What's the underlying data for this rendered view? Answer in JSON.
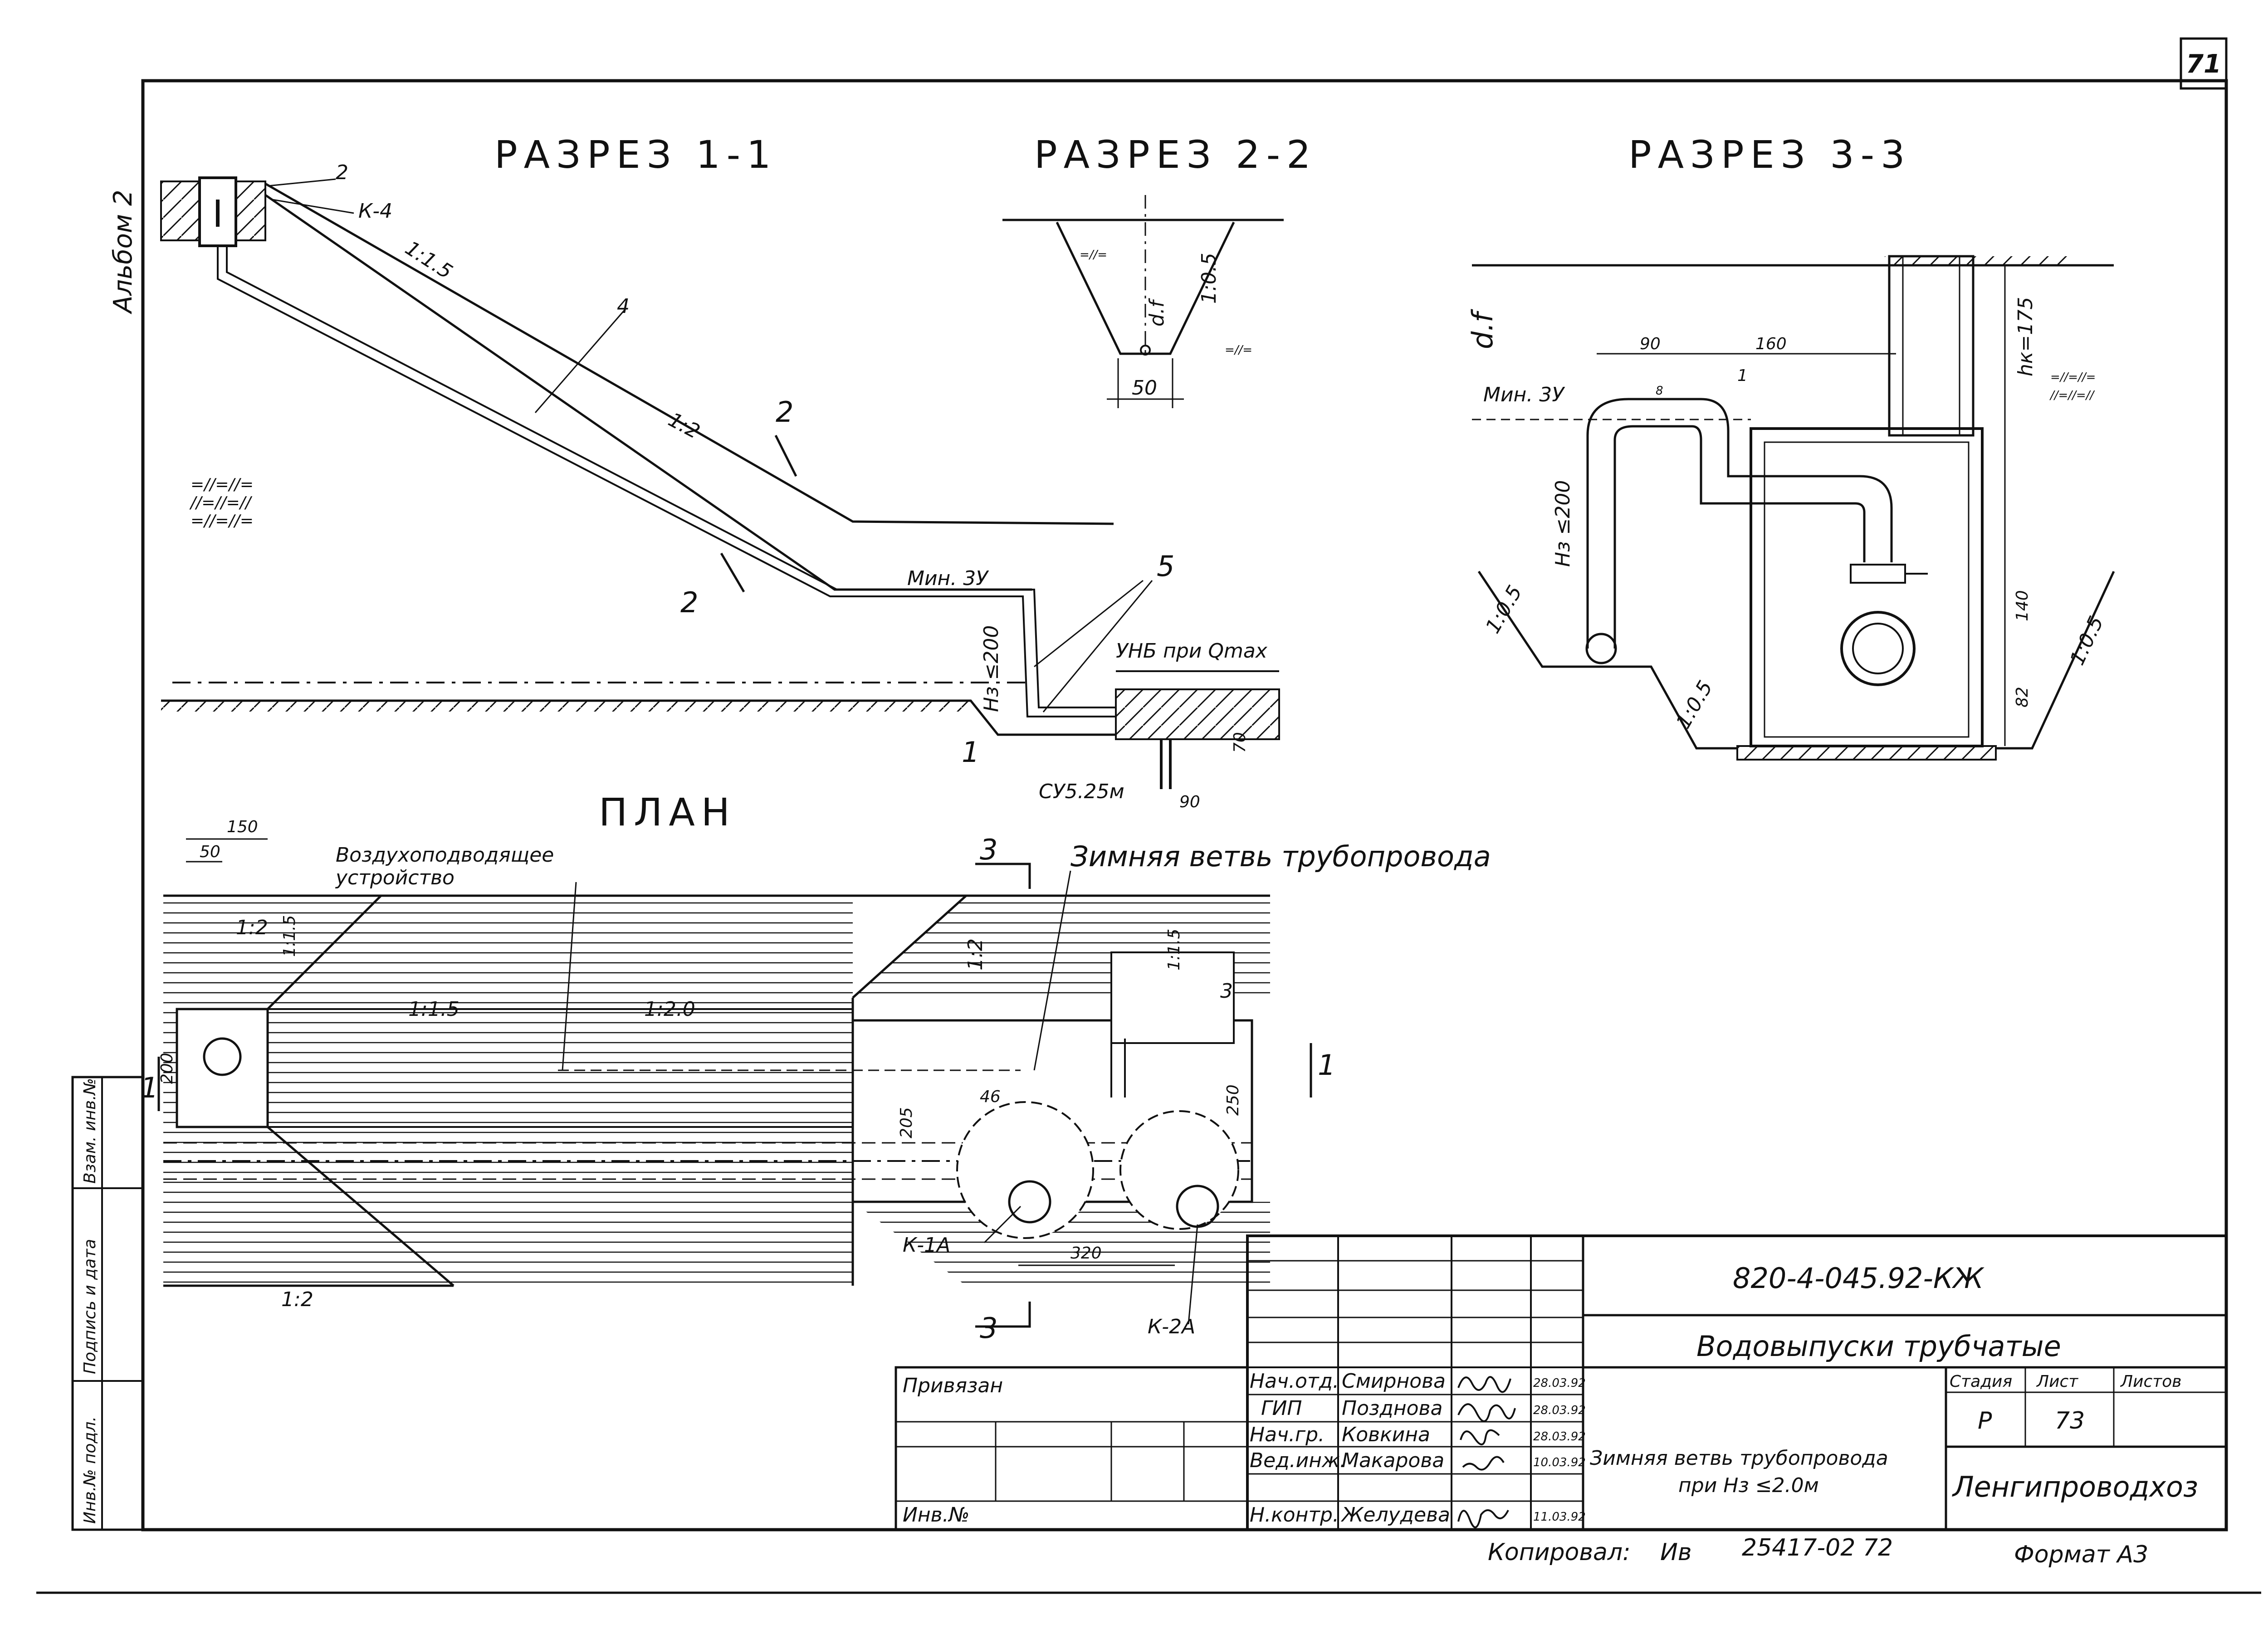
{
  "page": {
    "sheet_number": "71",
    "album": "Альбом 2",
    "copied_by": "Копировал:",
    "copier": "Ив",
    "archive_number": "25417-02   72",
    "format": "Формат А3"
  },
  "sections": {
    "section_1": {
      "title": "РАЗРЕЗ 1-1",
      "labels": {
        "item_2": "2",
        "k4": "К-4",
        "slope_15": "1:1.5",
        "item_4": "4",
        "slope_2": "1:2",
        "cut_2a": "2",
        "cut_2b": "2",
        "min_3u": "Мин. 3У",
        "item_5": "5",
        "h_le_200": "Hз ≤200",
        "unb": "УНБ при Qmax",
        "item_1": "1",
        "cu": "СУ5.25м",
        "dim_70": "70",
        "dim_90": "90"
      }
    },
    "section_2": {
      "title": "РАЗРЕЗ 2-2",
      "labels": {
        "df": "d.f",
        "slope_05": "1:0.5",
        "dim_50": "50"
      }
    },
    "section_3": {
      "title": "РАЗРЕЗ 3-3",
      "labels": {
        "df": "d.f",
        "dim_90": "90",
        "dim_160": "160",
        "item_8": "8",
        "item_1": "1",
        "hk": "hк=175",
        "min_3u": "Мин. 3У",
        "h_le_200": "Hз ≤200",
        "dim_140": "140",
        "dim_82": "82",
        "slope_05_left": "1:0.5",
        "slope_05_mid": "1:0.5",
        "slope_05_right": "1:0.5"
      }
    },
    "plan": {
      "title": "ПЛАН",
      "labels": {
        "dim_150": "150",
        "dim_50": "50",
        "air_device_1": "Воздухоподводящее",
        "air_device_2": "устройство",
        "cut_3_top": "3",
        "winter_branch": "Зимняя ветвь трубопровода",
        "slope_2_top": "1:2",
        "slope_15_top": "1:1.5",
        "slope_2_mid": "1:2",
        "slope_15_mid": "1:1.5",
        "slope_15_left": "1:1.5",
        "slope_20": "1:2.0",
        "dim_200": "200",
        "cut_1_left": "1",
        "cut_1_right": "1",
        "item_3": "3",
        "dim_205": "205",
        "dim_46": "46",
        "dim_250": "250",
        "k1a": "К-1А",
        "dim_320": "320",
        "k2a": "К-2А",
        "slope_2_bottom": "1:2",
        "cut_3_bottom": "3"
      }
    }
  },
  "side_stamp": {
    "cells": [
      "Инв.№ подл.",
      "Подпись и дата",
      "Взам. инв.№"
    ]
  },
  "title_block": {
    "document_code": "820-4-045.92-КЖ",
    "project_title": "Водовыпуски трубчатые",
    "drawing_title_1": "Зимняя ветвь трубопровода",
    "drawing_title_2": "при Hз ≤2.0м",
    "organization": "Ленгипроводхоз",
    "bound_label": "Привязан",
    "inv_label": "Инв.№",
    "headers": {
      "stage": "Стадия",
      "sheet": "Лист",
      "sheets": "Листов"
    },
    "values": {
      "stage": "Р",
      "sheet": "73",
      "sheets": ""
    },
    "staff": [
      {
        "role": "Нач.отд.",
        "name": "Смирнова",
        "date": "28.03.92"
      },
      {
        "role": "ГИП",
        "name": "Позднова",
        "date": "28.03.92"
      },
      {
        "role": "Нач.гр.",
        "name": "Ковкина",
        "date": "28.03.92"
      },
      {
        "role": "Вед.инж.",
        "name": "Макарова",
        "date": "10.03.92"
      },
      {
        "role": "Н.контр.",
        "name": "Желудева",
        "date": "11.03.92"
      }
    ]
  }
}
